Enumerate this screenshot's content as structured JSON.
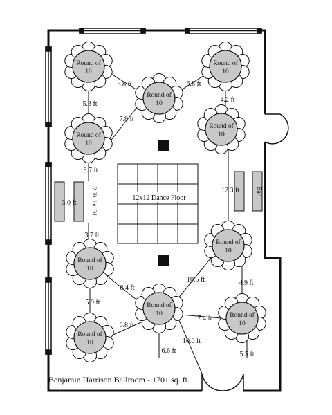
{
  "plan": {
    "caption": "Benjamin Harrison Ballroom - 1701 sq. ft.",
    "dance_floor_label": "12x12 Dance Floor",
    "bar_label": "Bar",
    "side_table_label": "2 6ft. Int. DJ",
    "table_label_line1": "Round of",
    "table_label_line2": "10",
    "tables": [
      {
        "id": "t1"
      },
      {
        "id": "t2"
      },
      {
        "id": "t3"
      },
      {
        "id": "t4"
      },
      {
        "id": "t5"
      },
      {
        "id": "t6"
      },
      {
        "id": "t7"
      },
      {
        "id": "t8"
      },
      {
        "id": "t9"
      },
      {
        "id": "t10"
      }
    ],
    "measurements": [
      "6.8 ft",
      "6.8 ft",
      "5.3 ft",
      "4.2 ft",
      "7.8 ft",
      "3.7 ft",
      "3.0 ft",
      "12.3 ft",
      "3.7 ft",
      "8.4 ft",
      "10.5 ft",
      "4.9 ft",
      "5.9 ft",
      "6.8 ft",
      "7.4 ft",
      "10.0 ft",
      "6.6 ft",
      "5.5 ft"
    ]
  },
  "colors": {
    "table_fill": "#c8c8c8",
    "line": "#111111"
  }
}
